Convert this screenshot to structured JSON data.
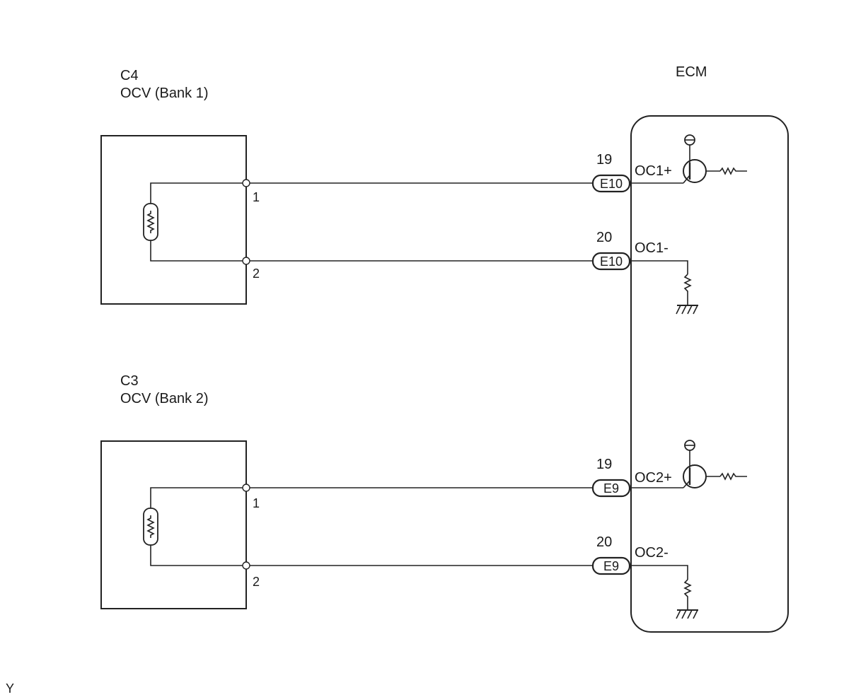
{
  "ecm": {
    "title": "ECM"
  },
  "bank1": {
    "code": "C4",
    "name": "OCV (Bank 1)",
    "pin_top": "1",
    "pin_bottom": "2",
    "conn_top": {
      "pin": "19",
      "connector": "E10",
      "signal": "OC1+"
    },
    "conn_bottom": {
      "pin": "20",
      "connector": "E10",
      "signal": "OC1-"
    }
  },
  "bank2": {
    "code": "C3",
    "name": "OCV (Bank 2)",
    "pin_top": "1",
    "pin_bottom": "2",
    "conn_top": {
      "pin": "19",
      "connector": "E9",
      "signal": "OC2+"
    },
    "conn_bottom": {
      "pin": "20",
      "connector": "E9",
      "signal": "OC2-"
    }
  },
  "footer": {
    "mark": "Y"
  }
}
